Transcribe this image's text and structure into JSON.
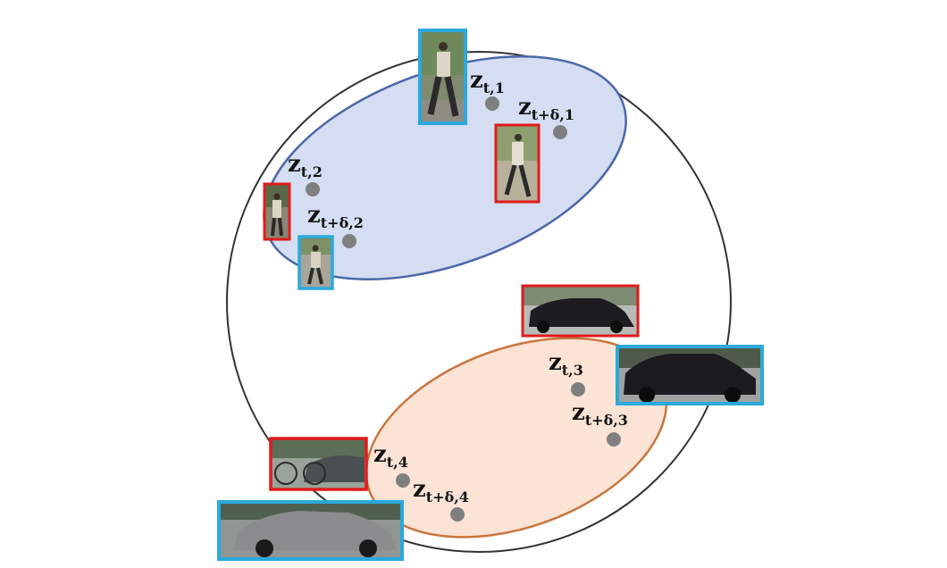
{
  "diagram": {
    "colors": {
      "outer_circle": "#333333",
      "cluster_blue_fill": "#d4ddf1",
      "cluster_blue_stroke": "#4a67a8",
      "cluster_orange_fill": "#fbe3d5",
      "cluster_orange_stroke": "#c9753e",
      "point": "#7f7f7f",
      "box_red": "#e21b1b",
      "box_blue": "#2aa9dc"
    },
    "points": [
      {
        "main": "z",
        "sub": "t,1"
      },
      {
        "main": "z",
        "sub": "t+δ,1"
      },
      {
        "main": "z",
        "sub": "t,2"
      },
      {
        "main": "z",
        "sub": "t+δ,2"
      },
      {
        "main": "z",
        "sub": "t,3"
      },
      {
        "main": "z",
        "sub": "t+δ,3"
      },
      {
        "main": "z",
        "sub": "t,4"
      },
      {
        "main": "z",
        "sub": "t+δ,4"
      }
    ],
    "thumbnails": [
      {
        "subject": "pedestrian",
        "frame_color": "box_blue"
      },
      {
        "subject": "pedestrian",
        "frame_color": "box_red"
      },
      {
        "subject": "pedestrian",
        "frame_color": "box_red"
      },
      {
        "subject": "pedestrian",
        "frame_color": "box_blue"
      },
      {
        "subject": "car",
        "frame_color": "box_red"
      },
      {
        "subject": "car",
        "frame_color": "box_blue"
      },
      {
        "subject": "car",
        "frame_color": "box_red"
      },
      {
        "subject": "car",
        "frame_color": "box_blue"
      }
    ]
  }
}
